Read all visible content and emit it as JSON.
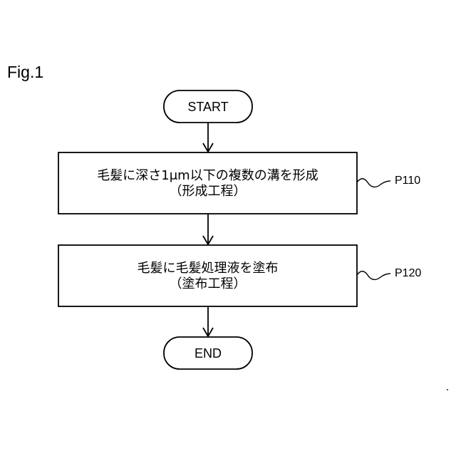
{
  "figure": {
    "label": "Fig.1"
  },
  "nodes": {
    "start": {
      "label": "START"
    },
    "step1": {
      "line1": "毛髪に深さ1μm以下の複数の溝を形成",
      "line2": "（形成工程）",
      "ref": "P110"
    },
    "step2": {
      "line1": "毛髪に毛髪処理液を塗布",
      "line2": "（塗布工程）",
      "ref": "P120"
    },
    "end": {
      "label": "END"
    }
  },
  "colors": {
    "stroke": "#000000",
    "background": "#ffffff"
  }
}
